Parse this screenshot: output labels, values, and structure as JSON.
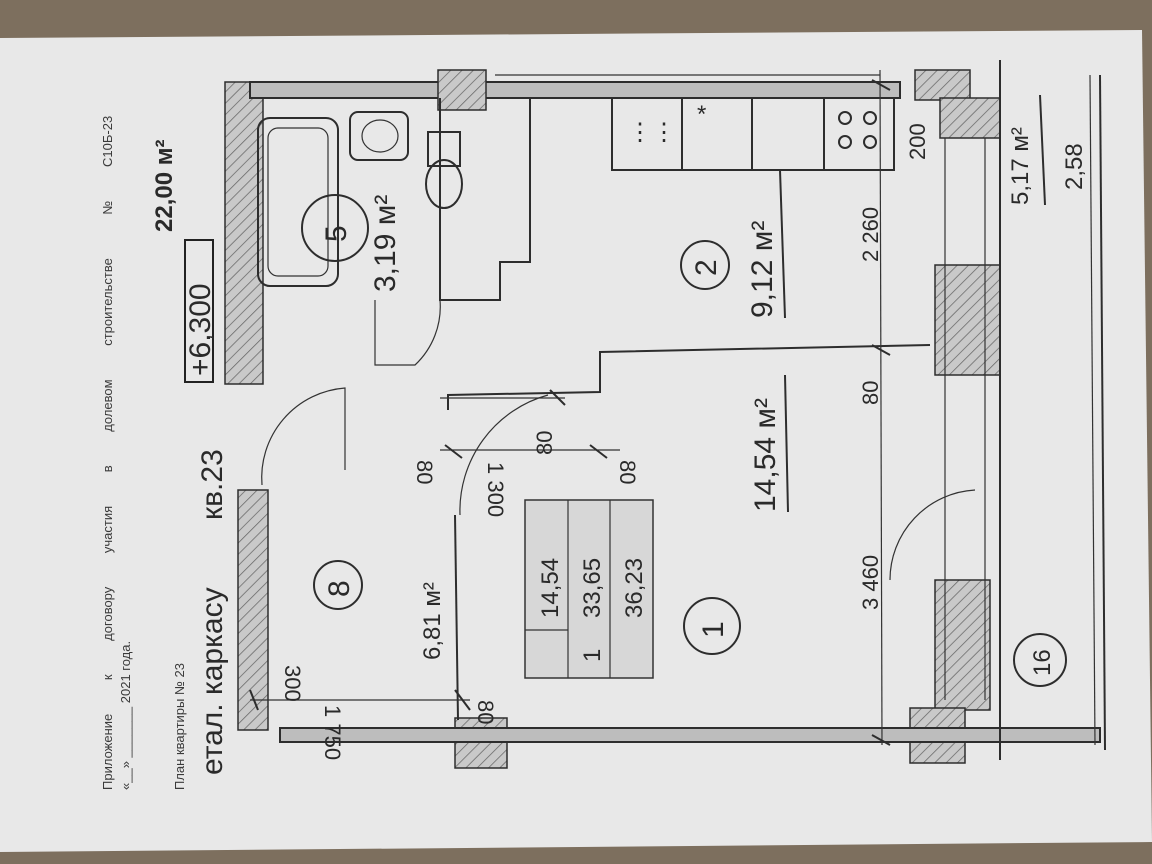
{
  "header": {
    "line1_parts": [
      "Приложение",
      "к",
      "договору",
      "участия",
      "в",
      "долевом",
      "строительстве",
      "№",
      "С10Б-23"
    ],
    "line2": "«__» _______ 2021 года.",
    "plan_caption": "План квартиры № 23",
    "material": "етал. каркасу",
    "apt": "кв.23",
    "level": "+6,300",
    "total_top": "22,00 м²"
  },
  "rooms": [
    {
      "num": "1",
      "area": "14,54 м²"
    },
    {
      "num": "2",
      "area": "9,12 м²"
    },
    {
      "num": "5",
      "area": "3,19 м²"
    },
    {
      "num": "8",
      "area": "6,81 м²"
    },
    {
      "num": "16",
      "area": "5,17 м²",
      "extra": "2,58"
    }
  ],
  "summary_table": {
    "rooms_count": "1",
    "living": "14,54",
    "total": "33,65",
    "with_balcony": "36,23"
  },
  "dims": [
    "3 460",
    "80",
    "2 260",
    "200",
    "80",
    "1 300",
    "80",
    "80",
    "300",
    "1 750",
    "80"
  ],
  "colors": {
    "paper": "#e9e9e9",
    "wall": "#bdbdbd",
    "ink": "#2d2d2d",
    "table": "#c8c8c8"
  }
}
